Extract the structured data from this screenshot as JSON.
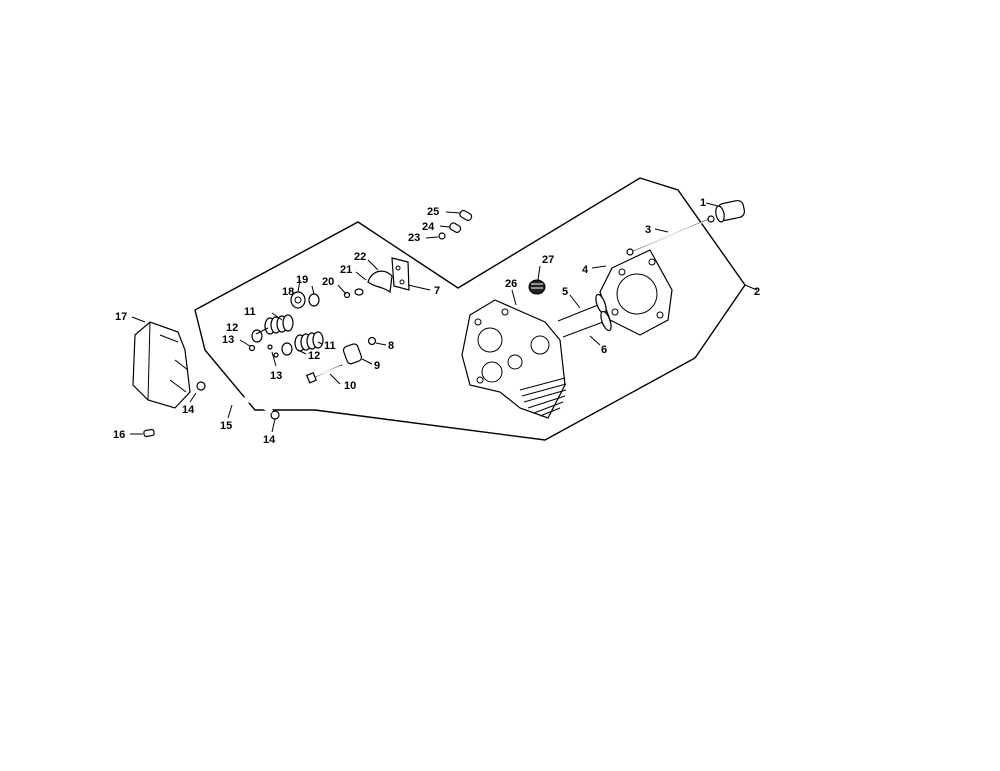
{
  "diagram": {
    "labels": {
      "p1": "1",
      "p2": "2",
      "p3": "3",
      "p4": "4",
      "p5": "5",
      "p6": "6",
      "p7": "7",
      "p8": "8",
      "p9": "9",
      "p10": "10",
      "p11a": "11",
      "p11b": "11",
      "p12a": "12",
      "p12b": "12",
      "p13a": "13",
      "p13b": "13",
      "p14a": "14",
      "p14b": "14",
      "p15": "15",
      "p16": "16",
      "p17": "17",
      "p18": "18",
      "p19": "19",
      "p20": "20",
      "p21": "21",
      "p22": "22",
      "p23": "23",
      "p24": "24",
      "p25": "25",
      "p26": "26",
      "p27": "27"
    }
  }
}
